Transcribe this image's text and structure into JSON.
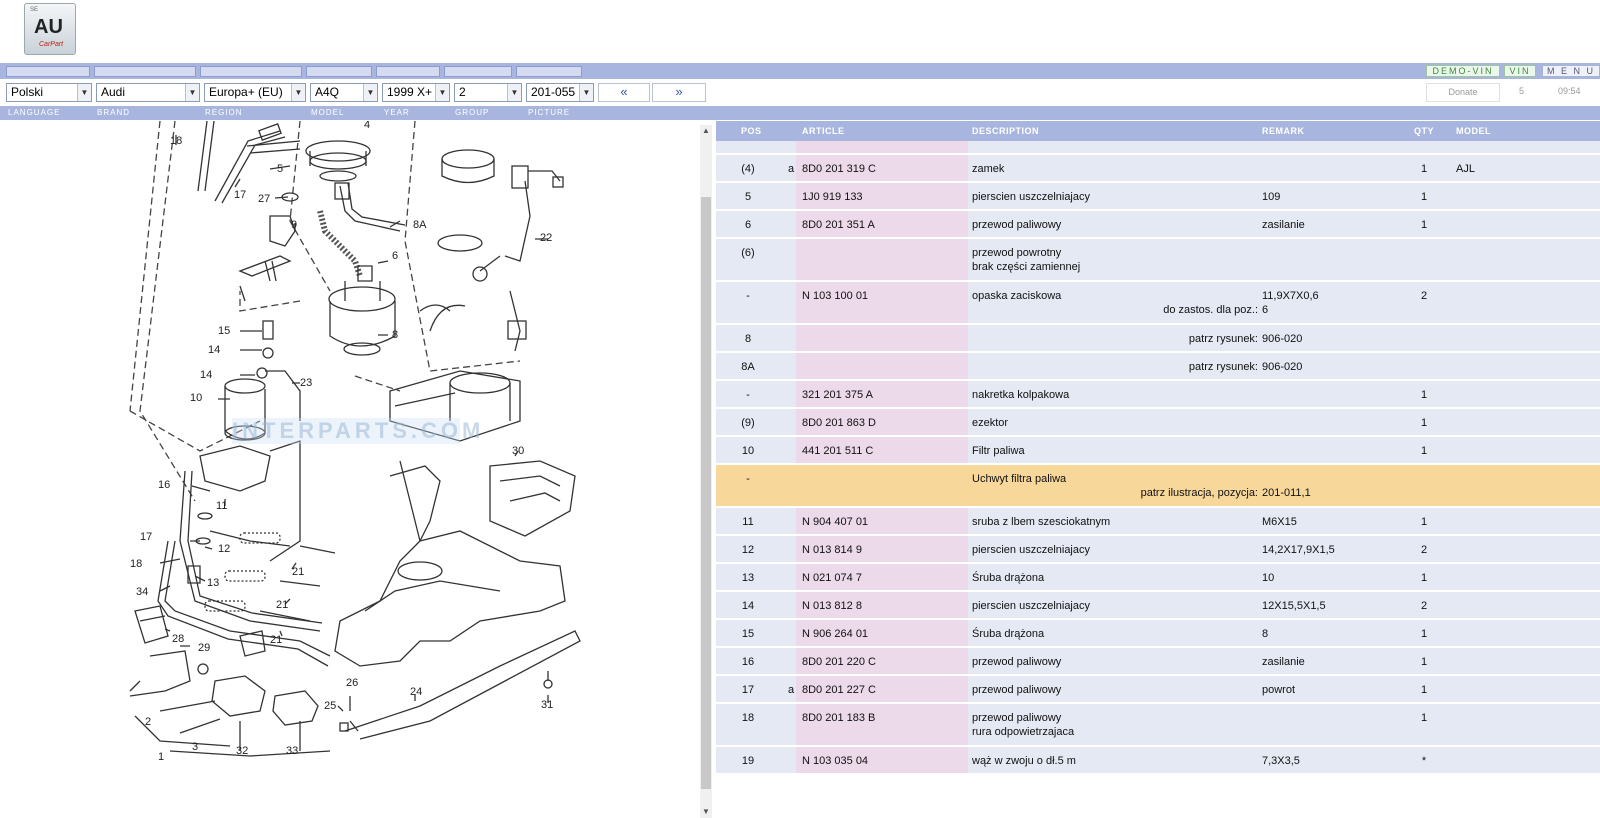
{
  "logo": {
    "sub": "SE",
    "mark": "AU",
    "tagline": "CarPart"
  },
  "toolbar": {
    "demo_vin": "DEMO-VIN",
    "vin": "VIN",
    "menu": "M E N U",
    "donate": "Donate",
    "counter": "5",
    "clock": "09:54"
  },
  "selectors": {
    "language": "Polski",
    "brand": "Audi",
    "region": "Europa+ (EU)",
    "model": "A4Q",
    "year": "1999  X+",
    "group": "2",
    "picture": "201-055",
    "prev": "«",
    "next": "»"
  },
  "labels": {
    "language": "LANGUAGE",
    "brand": "BRAND",
    "region": "REGION",
    "model": "MODEL",
    "year": "YEAR",
    "group": "GROUP",
    "picture": "PICTURE"
  },
  "diagram": {
    "watermark": "INTERPARTS.COM",
    "callouts": [
      "18",
      "4",
      "5",
      "17",
      "27",
      "9",
      "8A",
      "22",
      "6",
      "8",
      "15",
      "14",
      "14",
      "23",
      "10",
      "30",
      "16",
      "11",
      "17",
      "12",
      "18",
      "13",
      "21",
      "34",
      "21",
      "28",
      "29",
      "21",
      "26",
      "24",
      "25",
      "31",
      "2",
      "3",
      "32",
      "33",
      "1"
    ]
  },
  "table": {
    "headers": {
      "pos": "POS",
      "article": "ARTICLE",
      "description": "DESCRIPTION",
      "remark": "REMARK",
      "qty": "QTY",
      "model": "MODEL"
    },
    "rows": [
      {
        "pos": "(4)",
        "flag": "a",
        "article": "8D0 201 319 C",
        "desc": "zamek",
        "desc2": "",
        "remark": "",
        "ref": "",
        "qty": "1",
        "model": "AJL",
        "hl": false
      },
      {
        "pos": "5",
        "flag": "",
        "article": "1J0 919 133",
        "desc": "pierscien uszczelniajacy",
        "desc2": "",
        "remark": "109",
        "ref": "",
        "qty": "1",
        "model": "",
        "hl": false
      },
      {
        "pos": "6",
        "flag": "",
        "article": "8D0 201 351 A",
        "desc": "przewod paliwowy",
        "desc2": "",
        "remark": "zasilanie",
        "ref": "",
        "qty": "1",
        "model": "",
        "hl": false
      },
      {
        "pos": "(6)",
        "flag": "",
        "article": "",
        "desc": "przewod powrotny",
        "desc2": "brak części zamiennej",
        "remark": "",
        "ref": "",
        "qty": "",
        "model": "",
        "hl": false
      },
      {
        "pos": "-",
        "flag": "",
        "article": "N  103 100 01",
        "desc": "opaska zaciskowa",
        "desc2": "",
        "remark": "11,9X7X0,6",
        "ref": "do zastos. dla poz.:",
        "ref_val": "6",
        "qty": "2",
        "model": "",
        "hl": false
      },
      {
        "pos": "8",
        "flag": "",
        "article": "",
        "desc": "",
        "desc2": "",
        "remark": "",
        "ref": "patrz rysunek:",
        "ref_val": "906-020",
        "qty": "",
        "model": "",
        "hl": false
      },
      {
        "pos": "8A",
        "flag": "",
        "article": "",
        "desc": "",
        "desc2": "",
        "remark": "",
        "ref": "patrz rysunek:",
        "ref_val": "906-020",
        "qty": "",
        "model": "",
        "hl": false
      },
      {
        "pos": "-",
        "flag": "",
        "article": "321 201 375 A",
        "desc": "nakretka kolpakowa",
        "desc2": "",
        "remark": "",
        "ref": "",
        "qty": "1",
        "model": "",
        "hl": false
      },
      {
        "pos": "(9)",
        "flag": "",
        "article": "8D0 201 863 D",
        "desc": "ezektor",
        "desc2": "",
        "remark": "",
        "ref": "",
        "qty": "1",
        "model": "",
        "hl": false
      },
      {
        "pos": "10",
        "flag": "",
        "article": "441 201 511 C",
        "desc": "Filtr paliwa",
        "desc2": "",
        "remark": "",
        "ref": "",
        "qty": "1",
        "model": "",
        "hl": false
      },
      {
        "pos": "-",
        "flag": "",
        "article": "",
        "desc": "Uchwyt filtra paliwa",
        "desc2": "",
        "remark": "",
        "ref": "patrz ilustracja, pozycja:",
        "ref_val": "201-011,1",
        "qty": "",
        "model": "",
        "hl": true
      },
      {
        "pos": "11",
        "flag": "",
        "article": "N  904 407 01",
        "desc": "sruba  z lbem szesciokatnym",
        "desc2": "",
        "remark": "M6X15",
        "ref": "",
        "qty": "1",
        "model": "",
        "hl": false
      },
      {
        "pos": "12",
        "flag": "",
        "article": "N  013 814 9",
        "desc": "pierscien uszczelniajacy",
        "desc2": "",
        "remark": "14,2X17,9X1,5",
        "ref": "",
        "qty": "2",
        "model": "",
        "hl": false
      },
      {
        "pos": "13",
        "flag": "",
        "article": "N  021 074 7",
        "desc": "Śruba drążona",
        "desc2": "",
        "remark": "10",
        "ref": "",
        "qty": "1",
        "model": "",
        "hl": false
      },
      {
        "pos": "14",
        "flag": "",
        "article": "N  013 812 8",
        "desc": "pierscien uszczelniajacy",
        "desc2": "",
        "remark": "12X15,5X1,5",
        "ref": "",
        "qty": "2",
        "model": "",
        "hl": false
      },
      {
        "pos": "15",
        "flag": "",
        "article": "N  906 264 01",
        "desc": "Śruba drążona",
        "desc2": "",
        "remark": "8",
        "ref": "",
        "qty": "1",
        "model": "",
        "hl": false
      },
      {
        "pos": "16",
        "flag": "",
        "article": "8D0 201 220 C",
        "desc": "przewod paliwowy",
        "desc2": "",
        "remark": "zasilanie",
        "ref": "",
        "qty": "1",
        "model": "",
        "hl": false
      },
      {
        "pos": "17",
        "flag": "a",
        "article": "8D0 201 227 C",
        "desc": "przewod paliwowy",
        "desc2": "",
        "remark": "powrot",
        "ref": "",
        "qty": "1",
        "model": "",
        "hl": false
      },
      {
        "pos": "18",
        "flag": "",
        "article": "8D0 201 183 B",
        "desc": "przewod paliwowy",
        "desc2": "rura odpowietrzajaca",
        "remark": "",
        "ref": "",
        "qty": "1",
        "model": "",
        "hl": false
      },
      {
        "pos": "19",
        "flag": "",
        "article": "N  103 035 04",
        "desc": "wąż w zwoju o dł.5 m",
        "desc2": "",
        "remark": "7,3X3,5",
        "ref": "",
        "qty": "*",
        "model": "",
        "hl": false
      }
    ]
  }
}
